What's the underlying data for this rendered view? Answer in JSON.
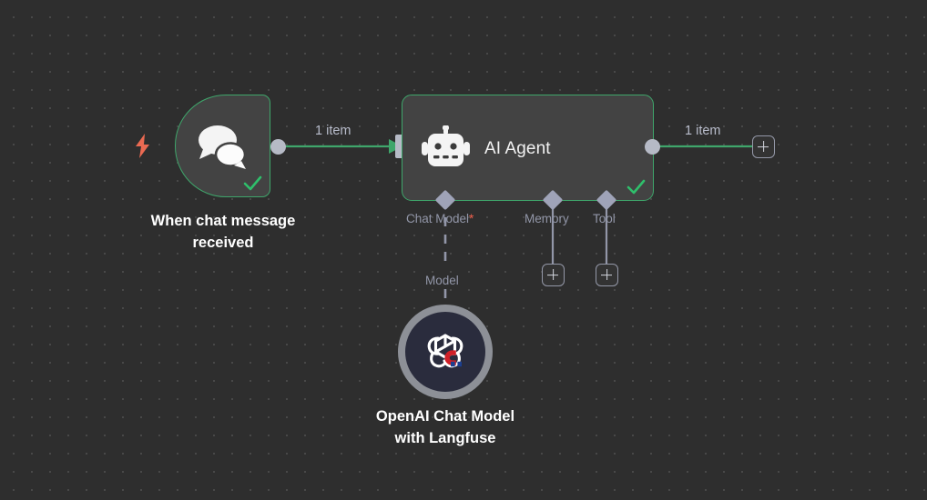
{
  "canvas": {
    "background_color": "#2e2e2e",
    "grid_dot_color": "#4a4a4a"
  },
  "nodes": {
    "trigger": {
      "caption_line1": "When chat message",
      "caption_line2": "received",
      "icon": "chat-bubbles-icon",
      "trigger_icon": "lightning-bolt-icon",
      "status": "success-check-icon",
      "border_color": "#3fa66b",
      "fill_color": "#434343"
    },
    "agent": {
      "title": "AI Agent",
      "icon": "robot-icon",
      "status": "success-check-icon",
      "border_color": "#3fa66b",
      "fill_color": "#434343",
      "ports": [
        {
          "label": "Chat Model",
          "required": true,
          "required_marker": "*"
        },
        {
          "label": "Memory",
          "required": false,
          "required_marker": ""
        },
        {
          "label": "Tool",
          "required": false,
          "required_marker": ""
        }
      ]
    },
    "openai": {
      "caption_line1": "OpenAI Chat Model",
      "caption_line2": "with Langfuse",
      "icon": "openai-logo-icon",
      "badge_icon": "magnet-icon",
      "fill_color": "#2a2c3d",
      "ring_color": "#8d9097"
    }
  },
  "connections": {
    "trigger_to_agent_label": "1 item",
    "agent_to_next_label": "1 item",
    "chat_model_label": "Model",
    "edge_color": "#3fa66b",
    "sub_edge_color": "#9296a8"
  },
  "buttons": {
    "add_next_node": "+",
    "add_memory_node": "+",
    "add_tool_node": "+"
  }
}
